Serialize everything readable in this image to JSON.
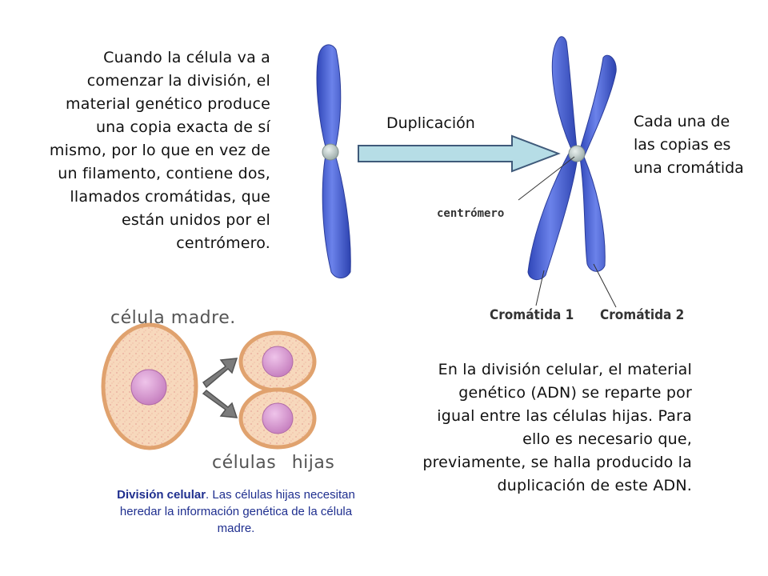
{
  "intro_text": "Cuando la célula va a comenzar la división, el material genético produce una copia exacta de sí mismo, por lo que en vez de un filamento, contiene dos, llamados cromátidas, que están unidos por el centrómero.",
  "duplication_label": "Duplicación",
  "copies_text": "Cada una de las copias es una cromátida",
  "centromere_label": "centrómero",
  "chromatid_1_label": "Cromátida 1",
  "chromatid_2_label": "Cromátida 2",
  "division_text": "En la división celular, el material genético (ADN) se reparte por igual entre las células hijas. Para ello es necesario que, previamente, se halla producido la duplicación de este ADN.",
  "illustration": {
    "mother_label": "célula madre.",
    "daughters_label": "células hijas"
  },
  "caption": {
    "bold": "División celular",
    "rest": ". Las células hijas necesitan heredar la información genética de la célula madre."
  },
  "colors": {
    "chromosome": "#4a63d8",
    "centromere": "#b9c7c4",
    "arrow_fill": "#b6dde6",
    "arrow_stroke": "#3f5a7a",
    "cell_body": "#f6d3b5",
    "nucleus": "#d79ad0",
    "caption": "#1f2f8f"
  }
}
